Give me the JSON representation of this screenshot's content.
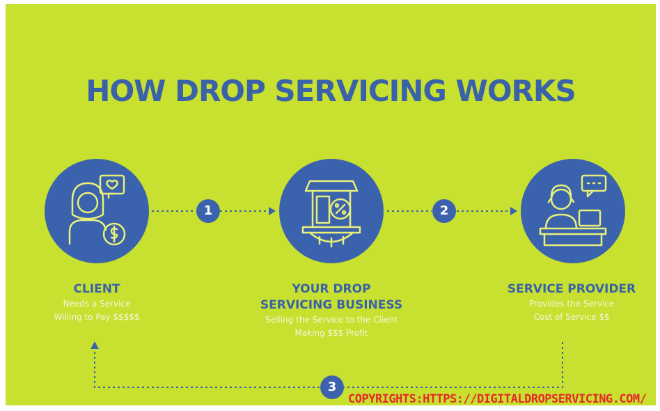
{
  "title": "HOW DROP SERVICING WORKS",
  "colors": {
    "background": "#c8e02f",
    "primary": "#3b63ad",
    "copyright": "#e6282a"
  },
  "nodes": [
    {
      "icon": "client-icon",
      "name": "CLIENT",
      "lines": [
        "Needs a Service",
        "Willing to Pay $$$$$"
      ]
    },
    {
      "icon": "store-icon",
      "name_lines": [
        "YOUR DROP",
        "SERVICING BUSINESS"
      ],
      "lines": [
        "Selling the Service to the Client",
        "Making $$$ Profit"
      ]
    },
    {
      "icon": "service-provider-icon",
      "name": "SERVICE PROVIDER",
      "lines": [
        "Provides the Service",
        "Cost of Service $$"
      ]
    }
  ],
  "steps": [
    "1",
    "2",
    "3"
  ],
  "copyright": "COPYRIGHTS:HTTPS://DIGITALDROPSERVICING.COM/"
}
